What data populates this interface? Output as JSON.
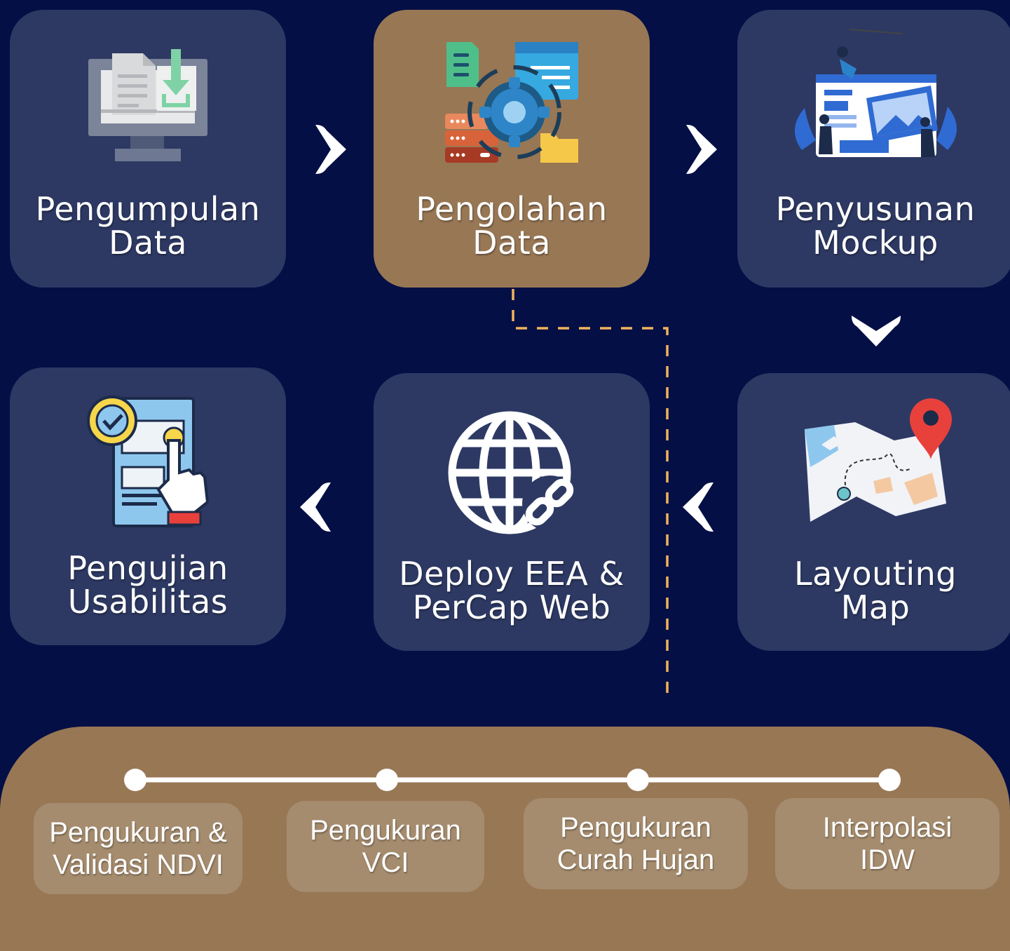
{
  "steps": [
    {
      "id": "pengumpulan",
      "line1": "Pengumpulan",
      "line2": "Data",
      "icon": "computer-download-icon"
    },
    {
      "id": "pengolahan",
      "line1": "Pengolahan",
      "line2": "Data",
      "icon": "data-processing-gear-icon",
      "active": true
    },
    {
      "id": "penyusunan",
      "line1": "Penyusunan",
      "line2": "Mockup",
      "icon": "mockup-design-icon"
    },
    {
      "id": "layouting",
      "line1": "Layouting",
      "line2": "Map",
      "icon": "map-pin-icon"
    },
    {
      "id": "deploy",
      "line1": "Deploy EEA &",
      "line2": "PerCap Web",
      "icon": "globe-link-icon"
    },
    {
      "id": "pengujian",
      "line1": "Pengujian",
      "line2": "Usabilitas",
      "icon": "usability-test-icon"
    }
  ],
  "sub_steps": [
    {
      "line1": "Pengukuran &",
      "line2": "Validasi NDVI"
    },
    {
      "line1": "Pengukuran",
      "line2": "VCI"
    },
    {
      "line1": "Pengukuran",
      "line2": "Curah Hujan"
    },
    {
      "line1": "Interpolasi",
      "line2": "IDW"
    }
  ],
  "colors": {
    "background": "#030f45",
    "card": "#2d3963",
    "active_card": "#987755",
    "connector": "#f2b25c",
    "panel": "#987755",
    "sub_box": "#a58c6e"
  }
}
